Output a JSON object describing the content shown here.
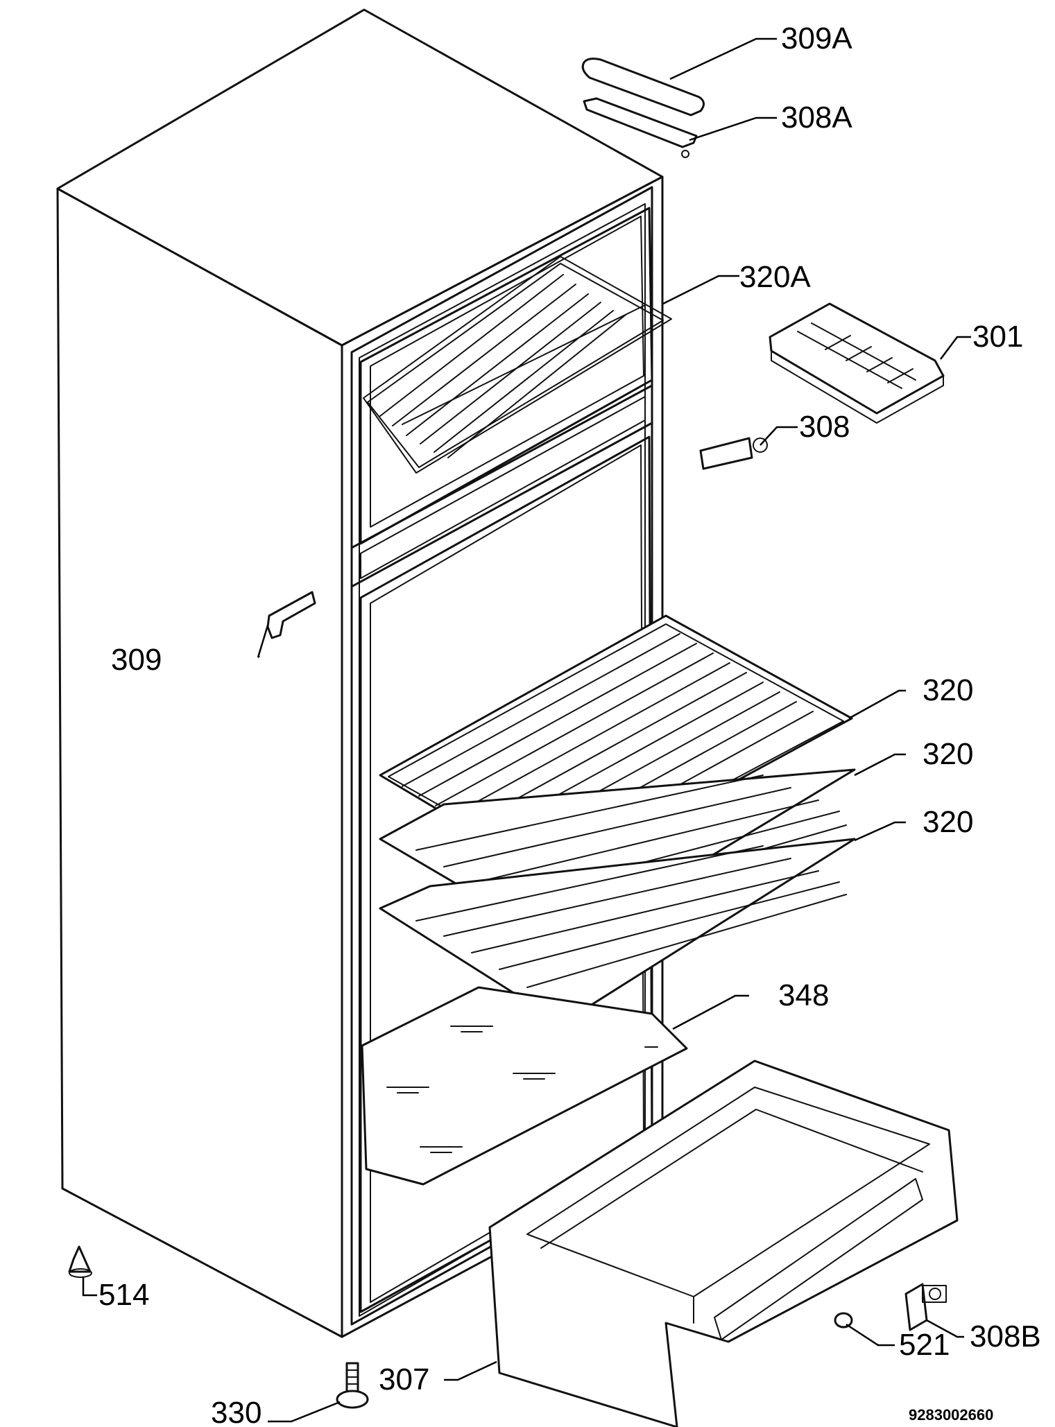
{
  "labels": {
    "p309a": "309A",
    "p308a": "308A",
    "p320a": "320A",
    "p301": "301",
    "p308": "308",
    "p309": "309",
    "p320_1": "320",
    "p320_2": "320",
    "p320_3": "320",
    "p348": "348",
    "p514": "514",
    "p307": "307",
    "p308b": "308B",
    "p521": "521",
    "p330": "330"
  },
  "document_number": "9283002660"
}
